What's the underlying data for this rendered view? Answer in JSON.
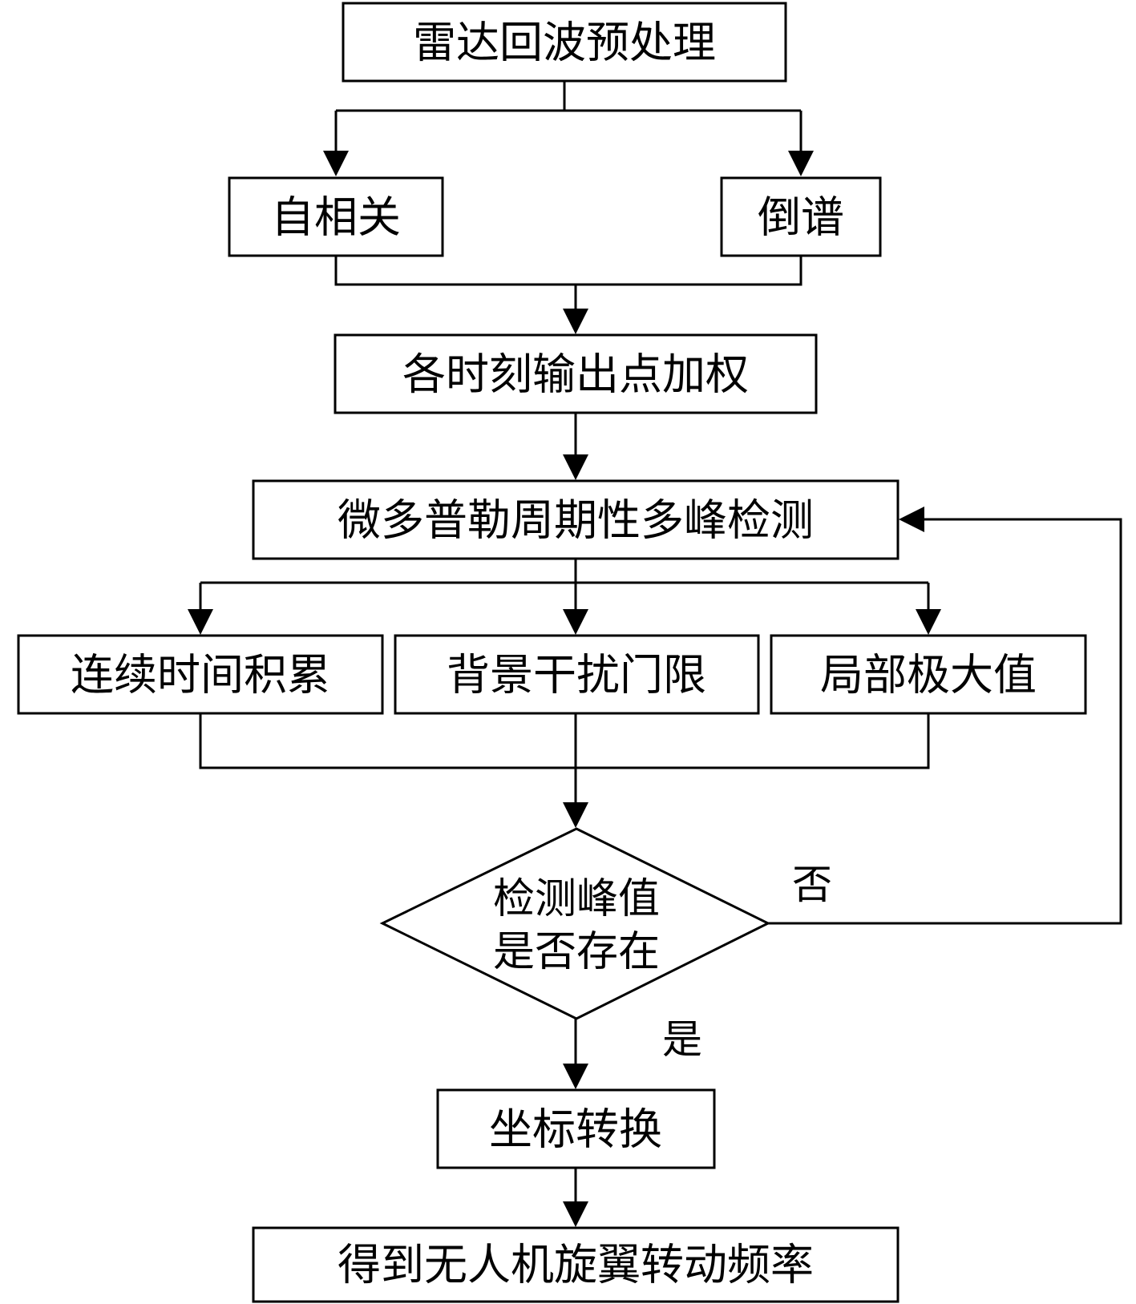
{
  "colors": {
    "stroke": "#000000",
    "background": "#ffffff"
  },
  "nodes": {
    "preprocess": "雷达回波预处理",
    "autocorrelation": "自相关",
    "cepstrum": "倒谱",
    "weighting": "各时刻输出点加权",
    "detection": "微多普勒周期性多峰检测",
    "accumulation": "连续时间积累",
    "threshold": "背景干扰门限",
    "local_max": "局部极大值",
    "decision_line1": "检测峰值",
    "decision_line2": "是否存在",
    "coordinate": "坐标转换",
    "result": "得到无人机旋翼转动频率"
  },
  "edges": {
    "no": "否",
    "yes": "是"
  }
}
